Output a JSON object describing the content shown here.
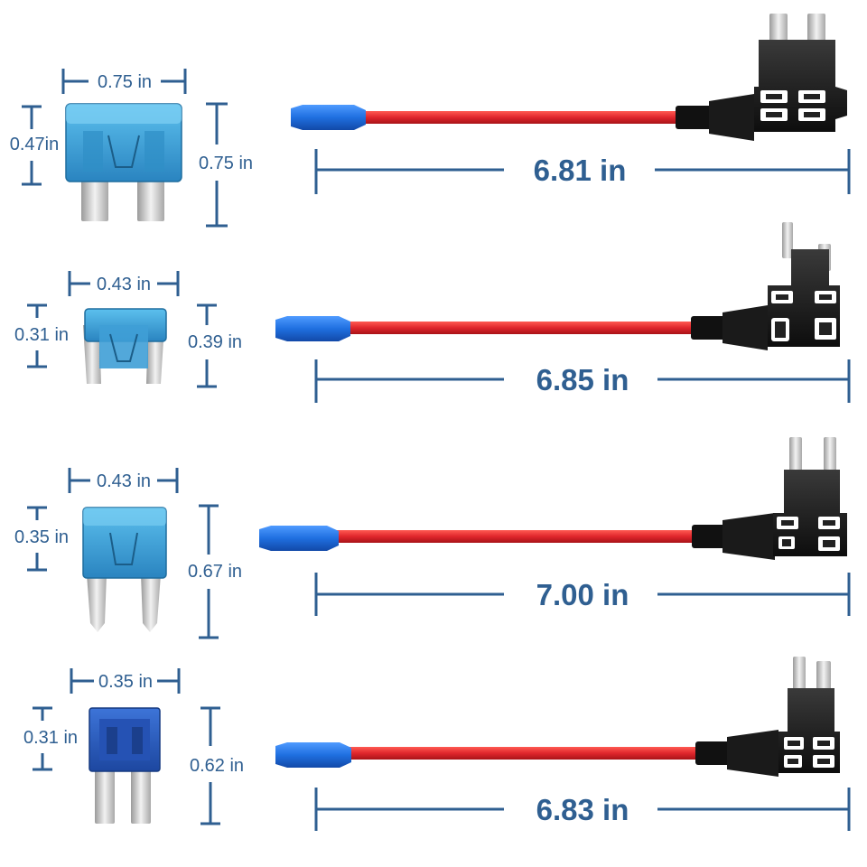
{
  "colors": {
    "dimension_line": "#2f5f91",
    "wire": "#e0262c",
    "terminal": "#1f6fe0",
    "holder_body": "#1a1a1a",
    "blade": "#c9c9c9"
  },
  "rows": [
    {
      "fuse_type": "standard",
      "fuse_color": "#3f9fd6",
      "fuse_width": "0.75 in",
      "fuse_body_height": "0.47in",
      "fuse_total_height": "0.75 in",
      "cable_length": "6.81 in"
    },
    {
      "fuse_type": "low-profile mini",
      "fuse_color": "#3f9fd6",
      "fuse_width": "0.43 in",
      "fuse_body_height": "0.31 in",
      "fuse_total_height": "0.39 in",
      "cable_length": "6.85 in"
    },
    {
      "fuse_type": "mini",
      "fuse_color": "#3f9fd6",
      "fuse_width": "0.43 in",
      "fuse_body_height": "0.35 in",
      "fuse_total_height": "0.67 in",
      "cable_length": "7.00 in"
    },
    {
      "fuse_type": "micro2",
      "fuse_color": "#2b5fc4",
      "fuse_width": "0.35 in",
      "fuse_body_height": "0.31 in",
      "fuse_total_height": "0.62 in",
      "cable_length": "6.83 in"
    }
  ]
}
